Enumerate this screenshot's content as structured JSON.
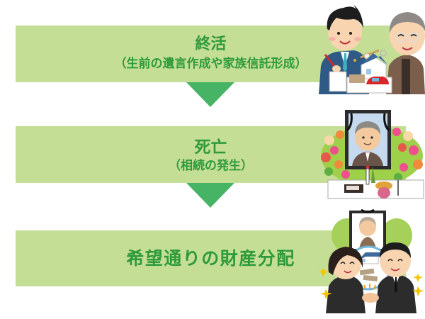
{
  "flow": {
    "steps": [
      {
        "title": "終活",
        "subtitle": "（生前の遺言作成や家族信託形成）",
        "illustration": "lawyer-and-elderly-man-estate-planning"
      },
      {
        "title": "死亡",
        "subtitle": "（相続の発生）",
        "illustration": "funeral-altar-portrait"
      },
      {
        "title": "希望通りの財産分配",
        "subtitle": "",
        "illustration": "heirs-handshake-inheritance"
      }
    ],
    "arrows": [
      "down-arrow-1",
      "down-arrow-2"
    ]
  },
  "colors": {
    "box_fill": "#c5de95",
    "arrow_fill": "#46b464",
    "text": "#2e9a3c"
  }
}
